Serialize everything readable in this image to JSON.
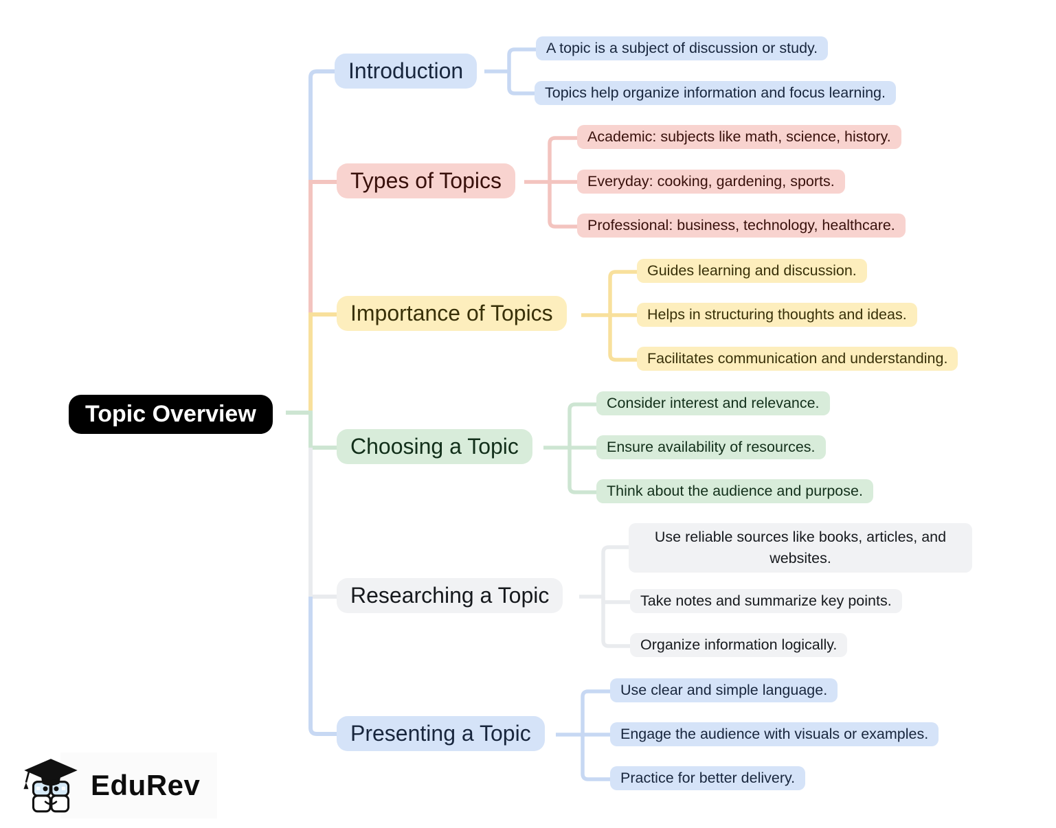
{
  "root": {
    "label": "Topic Overview"
  },
  "branches": [
    {
      "id": "introduction",
      "label": "Introduction",
      "color": "blue",
      "children": [
        "A topic is a subject of discussion or study.",
        "Topics help organize information and focus learning."
      ]
    },
    {
      "id": "types-of-topics",
      "label": "Types of Topics",
      "color": "pink",
      "children": [
        "Academic: subjects like math, science, history.",
        "Everyday: cooking, gardening, sports.",
        "Professional: business, technology, healthcare."
      ]
    },
    {
      "id": "importance-of-topics",
      "label": "Importance of Topics",
      "color": "yellow",
      "children": [
        "Guides learning and discussion.",
        "Helps in structuring thoughts and ideas.",
        "Facilitates communication and understanding."
      ]
    },
    {
      "id": "choosing-a-topic",
      "label": "Choosing a Topic",
      "color": "green",
      "children": [
        "Consider interest and relevance.",
        "Ensure availability of resources.",
        "Think about the audience and purpose."
      ]
    },
    {
      "id": "researching-a-topic",
      "label": "Researching a Topic",
      "color": "gray",
      "children": [
        "Use reliable sources like books, articles, and websites.",
        "Take notes and summarize key points.",
        "Organize information logically."
      ]
    },
    {
      "id": "presenting-a-topic",
      "label": "Presenting a Topic",
      "color": "blue",
      "children": [
        "Use clear and simple language.",
        "Engage the audience with visuals or examples.",
        "Practice for better delivery."
      ]
    }
  ],
  "palette": {
    "root_fill": "#000000",
    "root_text": "#ffffff",
    "blue_fill": "#d5e3f8",
    "blue_text": "#18263d",
    "blue_line": "#c7d8f3",
    "pink_fill": "#f8d3cf",
    "pink_text": "#38100b",
    "pink_line": "#f3c4bf",
    "yellow_fill": "#fdeebd",
    "yellow_text": "#383008",
    "yellow_line": "#f8e09c",
    "green_fill": "#d8ecda",
    "green_text": "#122f1a",
    "green_line": "#cde5d2",
    "gray_fill": "#f1f2f4",
    "gray_text": "#16191d",
    "gray_line": "#e9ebee"
  },
  "watermark": {
    "brand": "EduRev"
  }
}
